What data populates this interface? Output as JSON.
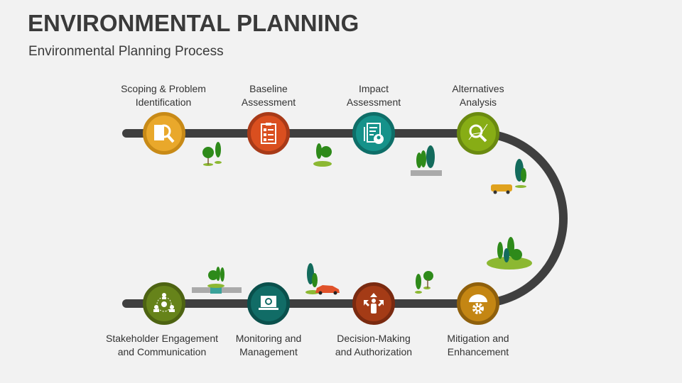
{
  "title": "ENVIRONMENTAL PLANNING",
  "subtitle": "Environmental Planning Process",
  "steps": [
    {
      "line1": "Scoping & Problem",
      "line2": "Identification",
      "icon": "magnifier-document-icon",
      "color": "#E9A82B",
      "rim": "#C88A17"
    },
    {
      "line1": "Baseline",
      "line2": "Assessment",
      "icon": "clipboard-checklist-icon",
      "color": "#DA4F1F",
      "rim": "#A83A18"
    },
    {
      "line1": "Impact",
      "line2": "Assessment",
      "icon": "report-person-icon",
      "color": "#15928A",
      "rim": "#0E6E68"
    },
    {
      "line1": "Alternatives",
      "line2": "Analysis",
      "icon": "search-analysis-icon",
      "color": "#87AD15",
      "rim": "#6A8A10"
    },
    {
      "line1": "Mitigation and",
      "line2": "Enhancement",
      "icon": "umbrella-gear-icon",
      "color": "#C48613",
      "rim": "#8F600C"
    },
    {
      "line1": "Decision-Making",
      "line2": "and Authorization",
      "icon": "person-directions-icon",
      "color": "#A43B16",
      "rim": "#7A2A10"
    },
    {
      "line1": "Monitoring and",
      "line2": "Management",
      "icon": "laptop-gear-icon",
      "color": "#116C66",
      "rim": "#0A504C"
    },
    {
      "line1": "Stakeholder Engagement",
      "line2": "and Communication",
      "icon": "people-network-icon",
      "color": "#66831A",
      "rim": "#4D6312"
    }
  ]
}
